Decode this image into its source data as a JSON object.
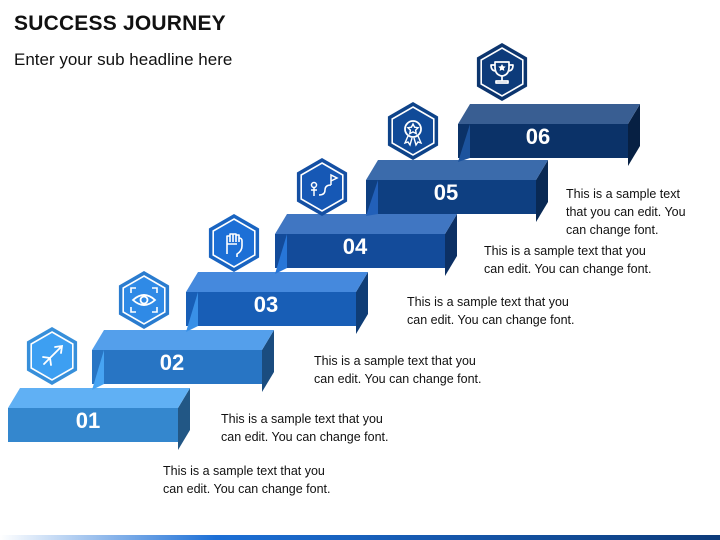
{
  "header": {
    "title": "SUCCESS JOURNEY",
    "subtitle": "Enter your sub headline here"
  },
  "steps": [
    {
      "number": "01",
      "icon": "rocket-icon",
      "color": "#3d9ff2",
      "text_line1": "This is a sample text that you",
      "text_line2": "can edit. You can change font."
    },
    {
      "number": "02",
      "icon": "eye-icon",
      "color": "#2f8ae6",
      "text_line1": "This is a sample text that you",
      "text_line2": "can edit. You can change font."
    },
    {
      "number": "03",
      "icon": "raised-fist-icon",
      "color": "#1c6fd6",
      "text_line1": "This is a sample text that you",
      "text_line2": "can edit. You can change font."
    },
    {
      "number": "04",
      "icon": "goal-flag-icon",
      "color": "#1658b5",
      "text_line1": "This is a sample text that you",
      "text_line2": "can edit. You can change font."
    },
    {
      "number": "05",
      "icon": "award-medal-icon",
      "color": "#104a98",
      "text_line1": "This is a sample text that you",
      "text_line2": "can edit. You can change font."
    },
    {
      "number": "06",
      "icon": "trophy-icon",
      "color": "#0d3b7a",
      "text_line1": "This is a sample text",
      "text_line2": "that you can edit. You",
      "text_line3": "can change font."
    }
  ]
}
